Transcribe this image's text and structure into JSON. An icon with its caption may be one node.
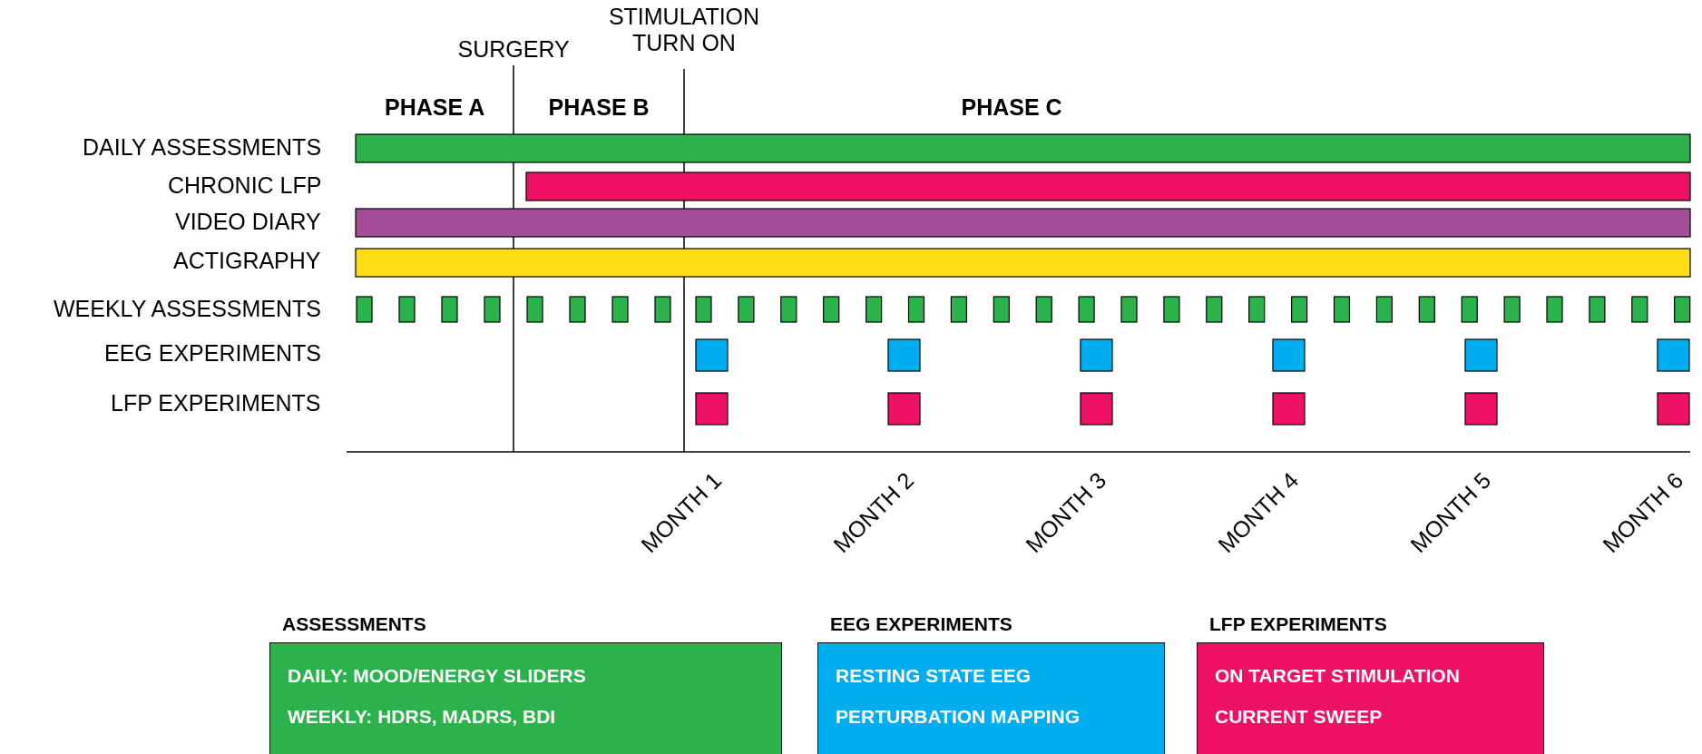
{
  "diagram": {
    "nodes": [
      {
        "text": [
          "ASSESSMENTS",
          "DAILY: MOOD/ENERGY SLIDERS",
          "WEEKLY: HDRS, MADRS, BDI"
        ]
      },
      {
        "text": [
          "EEG EXPERIMENTS",
          "RESTING STATE EEG",
          "PERTURBATION MAPPING"
        ]
      },
      {
        "text": [
          "LFP EXPERIMENTS",
          "ON TARGET STIMULATION",
          "CURRENT SWEEP"
        ]
      }
    ],
    "labels": [
      "STIMULATION TURN ON",
      "SURGERY",
      "PHASE A",
      "PHASE B",
      "PHASE C",
      "DAILY ASSESSMENTS",
      "CHRONIC LFP",
      "VIDEO DIARY",
      "ACTIGRAPHY",
      "WEEKLY ASSESSMENTS",
      "EEG EXPERIMENTS",
      "LFP EXPERIMENTS",
      "MONTH 1",
      "MONTH 2",
      "MONTH 3",
      "MONTH 4",
      "MONTH 5",
      "MONTH 6"
    ]
  }
}
